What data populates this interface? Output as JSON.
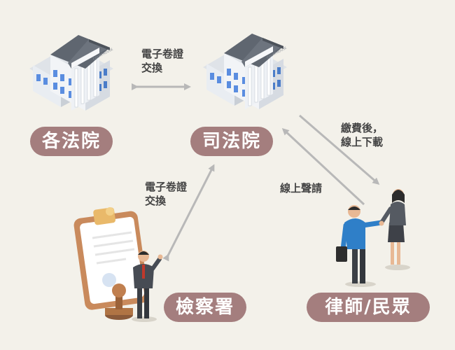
{
  "nodes": {
    "courts": "各法院",
    "judicial_yuan": "司法院",
    "prosecutors": "檢察署",
    "lawyers_public": "律師/民眾"
  },
  "edges": {
    "courts_judicial": "電子卷證\n交換",
    "prosecutors_judicial": "電子卷證\n交換",
    "judicial_to_public": "繳費後，\n線上下載",
    "public_to_judicial": "線上聲請"
  },
  "building_sign": "COURTHOUSE",
  "colors": {
    "background": "#f3f1ea",
    "pill": "#a47e7e",
    "arrow": "#b8b8b8",
    "text": "#444444"
  }
}
